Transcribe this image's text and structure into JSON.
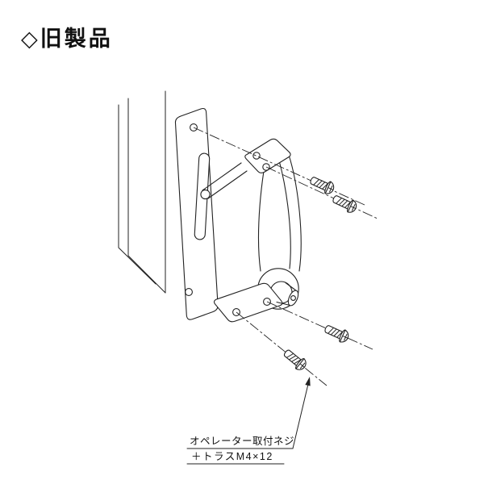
{
  "title": {
    "text": "◇旧製品"
  },
  "annotation": {
    "label_line1": "オペレーター取付ネジ",
    "label_line2": "＋トラスM4×12"
  },
  "colors": {
    "line": "#222222",
    "background": "#ffffff",
    "text": "#111111"
  }
}
